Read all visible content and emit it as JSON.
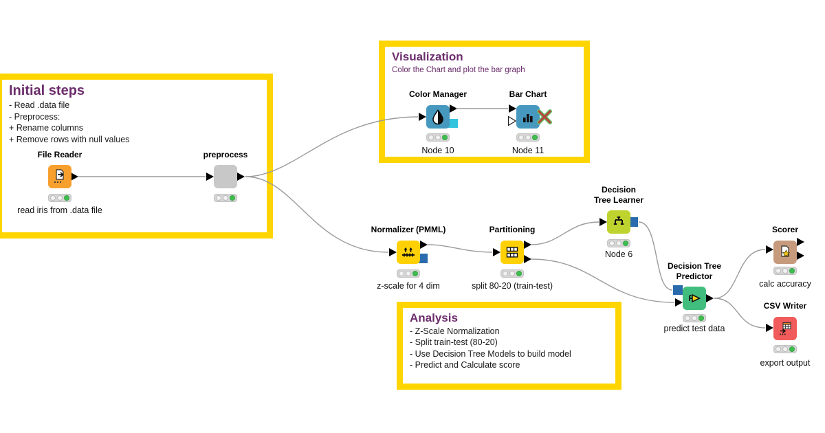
{
  "app": {
    "name": "KNIME workflow canvas",
    "background": "#ffffff"
  },
  "annotations": [
    {
      "title": "Initial steps",
      "body": "- Read .data file\n- Preprocess:\n + Rename columns\n + Remove rows with null values"
    },
    {
      "title": "Visualization",
      "subtitle": "Color the Chart and plot the bar graph"
    },
    {
      "title": "Analysis",
      "body": "- Z-Scale Normalization\n- Split train-test (80-20)\n- Use Decision Tree Models to build model\n- Predict and Calculate score"
    }
  ],
  "nodes": [
    {
      "name": "File Reader",
      "sublabel": "read iris from .data file",
      "color": "#F8A02E",
      "status": "executed"
    },
    {
      "name": "preprocess",
      "sublabel": "",
      "color": "#C8C8C8",
      "status": "executed",
      "kind": "metanode"
    },
    {
      "name": "Color Manager",
      "sublabel": "Node 10",
      "color": "#4698BE",
      "status": "executed"
    },
    {
      "name": "Bar Chart",
      "sublabel": "Node 11",
      "color": "#4698BE",
      "status": "executed"
    },
    {
      "name": "Normalizer (PMML)",
      "sublabel": "z-scale for 4 dim",
      "color": "#FFD104",
      "status": "executed"
    },
    {
      "name": "Partitioning",
      "sublabel": "split 80-20 (train-test)",
      "color": "#FFD104",
      "status": "executed"
    },
    {
      "name": "Decision\nTree Learner",
      "sublabel": "Node 6",
      "color": "#BFD32E",
      "status": "executed"
    },
    {
      "name": "Decision Tree\nPredictor",
      "sublabel": "predict test data",
      "color": "#41BE7D",
      "status": "executed"
    },
    {
      "name": "Scorer",
      "sublabel": "calc accuracy",
      "color": "#C69B7D",
      "status": "executed"
    },
    {
      "name": "CSV Writer",
      "sublabel": "export output",
      "color": "#F25B5B",
      "status": "executed"
    }
  ],
  "colors": {
    "annotation_border": "#FFD500",
    "annotation_title": "#6B2D6B",
    "edge": "#9B9B9B",
    "port_triangle": "#000000",
    "port_model_blue": "#2A6BAE",
    "port_color_cyan": "#35C4DE",
    "status_green": "#3EBE4F",
    "error_cross_red": "#B5443C",
    "error_cross_green": "#6ABF69"
  }
}
